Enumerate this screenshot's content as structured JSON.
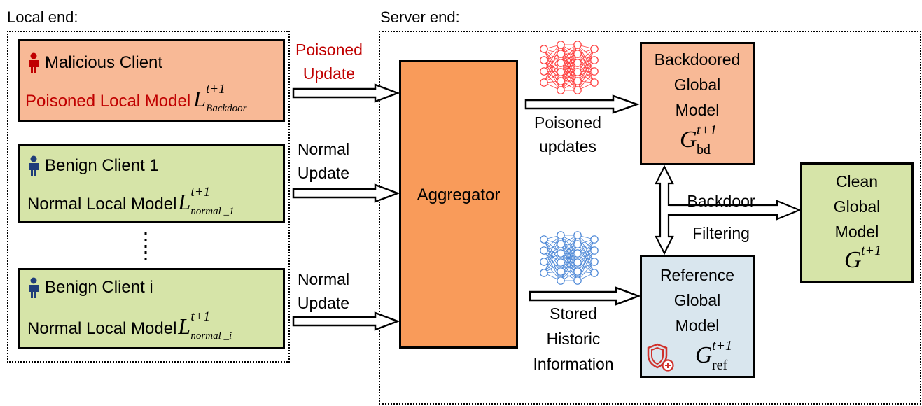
{
  "local_end": {
    "label": "Local end:"
  },
  "server_end": {
    "label": "Server end:"
  },
  "clients": [
    {
      "title": "Malicious Client",
      "model_label": "Poisoned Local Model",
      "symbol": "L",
      "sup": "t+1",
      "sub": "Backdoor",
      "update_label": [
        "Poisoned",
        "Update"
      ],
      "icon": "person-icon",
      "icon_color": "#c00000",
      "fill": "#f8b996"
    },
    {
      "title": "Benign Client 1",
      "model_label": "Normal Local Model",
      "symbol": "L",
      "sup": "t+1",
      "sub": "normal _1",
      "update_label": [
        "Normal",
        "Update"
      ],
      "icon": "person-icon",
      "icon_color": "#1f3d7a",
      "fill": "#d6e4a8"
    },
    {
      "title": "Benign Client i",
      "model_label": "Normal Local Model",
      "symbol": "L",
      "sup": "t+1",
      "sub": "normal _i",
      "update_label": [
        "Normal",
        "Update"
      ],
      "icon": "person-icon",
      "icon_color": "#1f3d7a",
      "fill": "#d6e4a8"
    }
  ],
  "aggregator": {
    "label": "Aggregator",
    "fill": "#f99b5a"
  },
  "poisoned_updates": {
    "lines": [
      "Poisoned",
      "updates"
    ]
  },
  "stored_info": {
    "lines": [
      "Stored",
      "Historic",
      "Information"
    ]
  },
  "backdoored_model": {
    "lines": [
      "Backdoored",
      "Global",
      "Model"
    ],
    "symbol": "G",
    "sup": "t+1",
    "sub": "bd",
    "fill": "#f8b996"
  },
  "reference_model": {
    "lines": [
      "Reference",
      "Global",
      "Model"
    ],
    "symbol": "G",
    "sup": "t+1",
    "sub": "ref",
    "fill": "#d9e6ee",
    "icon": "shield-plus-icon"
  },
  "clean_model": {
    "lines": [
      "Clean",
      "Global",
      "Model"
    ],
    "symbol": "G",
    "sup": "t+1",
    "fill": "#d6e4a8"
  },
  "filtering": {
    "lines": [
      "Backdoor",
      "Filtering"
    ]
  },
  "colors": {
    "poison_text": "#c00000",
    "red_net": "#ff3b3b",
    "blue_net": "#4a86d6"
  }
}
